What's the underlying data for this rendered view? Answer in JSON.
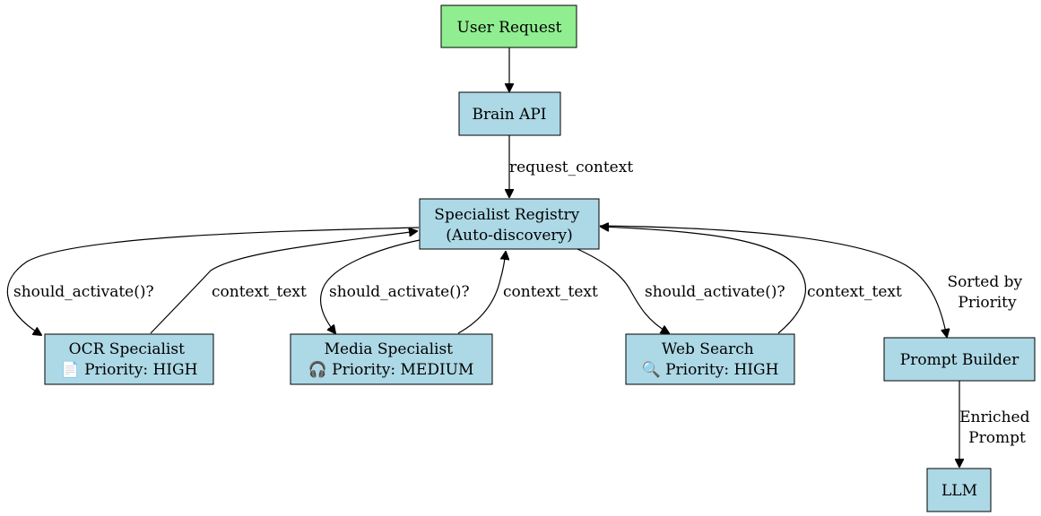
{
  "colors": {
    "start_fill": "#90ee90",
    "node_fill": "#add8e6",
    "stroke": "#000000"
  },
  "nodes": {
    "user_request": {
      "lines": [
        "User Request"
      ]
    },
    "brain_api": {
      "lines": [
        "Brain API"
      ]
    },
    "registry": {
      "lines": [
        "Specialist Registry",
        "(Auto-discovery)"
      ]
    },
    "ocr": {
      "lines": [
        "OCR Specialist",
        "📄 Priority: HIGH"
      ]
    },
    "media": {
      "lines": [
        "Media Specialist",
        "🎧 Priority: MEDIUM"
      ]
    },
    "web": {
      "lines": [
        "Web Search",
        "🔍 Priority: HIGH"
      ]
    },
    "prompt_builder": {
      "lines": [
        "Prompt Builder"
      ]
    },
    "llm": {
      "lines": [
        "LLM"
      ]
    }
  },
  "edges": {
    "request_context": "request_context",
    "ocr_activate": "should_activate()?",
    "ocr_context": "context_text",
    "media_activate": "should_activate()?",
    "media_context": "context_text",
    "web_activate": "should_activate()?",
    "web_context": "context_text",
    "sorted": [
      "Sorted by",
      "Priority"
    ],
    "enriched": [
      "Enriched",
      "Prompt"
    ]
  }
}
